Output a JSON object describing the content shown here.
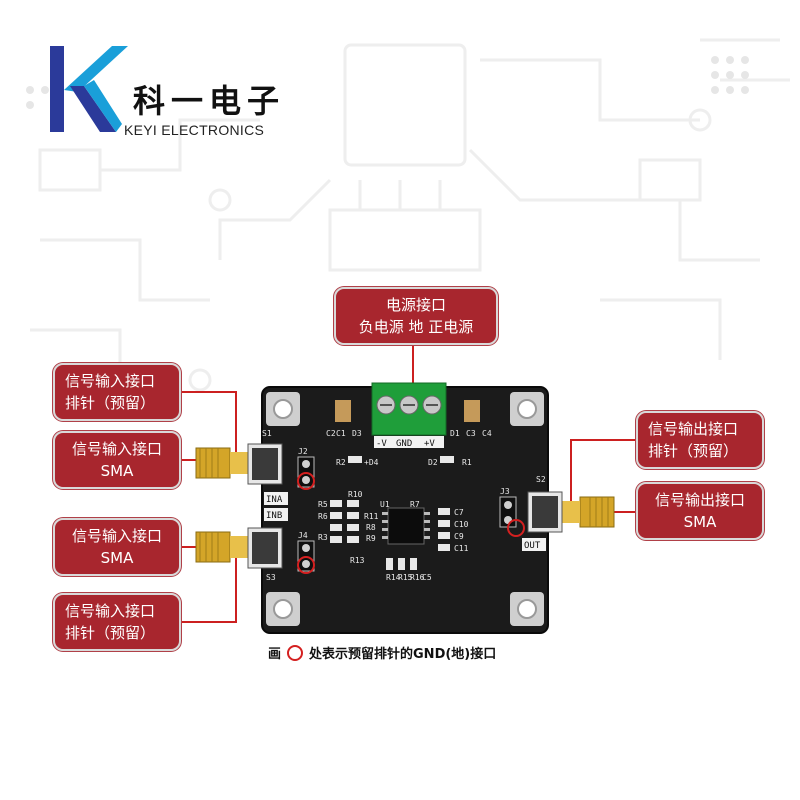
{
  "brand": {
    "name_cn": "科一电子",
    "name_en": "KEYI ELECTRONICS",
    "logo_letter": "K",
    "color_blue": "#2b3a9a",
    "color_teal": "#1a9fd9"
  },
  "callouts": {
    "power": {
      "line1": "电源接口",
      "line2": "负电源  地  正电源"
    },
    "in_a_header": {
      "line1": "信号输入接口",
      "line2": "排针（预留）"
    },
    "in_a_sma": {
      "line1": "信号输入接口",
      "line2": "SMA"
    },
    "in_b_sma": {
      "line1": "信号输入接口",
      "line2": "SMA"
    },
    "in_b_header": {
      "line1": "信号输入接口",
      "line2": "排针（预留）"
    },
    "out_header": {
      "line1": "信号输出接口",
      "line2": "排针（预留）"
    },
    "out_sma": {
      "line1": "信号输出接口",
      "line2": "SMA"
    }
  },
  "board": {
    "terminal_labels": [
      "-V",
      "GND",
      "+V"
    ],
    "connector_labels": {
      "s1": "S1",
      "s2": "S2",
      "s3": "S3",
      "j2": "J2",
      "j3": "J3",
      "j4": "J4"
    },
    "port_labels": {
      "ina": "INA",
      "inb": "INB",
      "out": "OUT"
    },
    "component_labels": {
      "c1": "C1",
      "c2": "C2",
      "c3": "C3",
      "c4": "C4",
      "d1": "D1",
      "d2": "D2",
      "d3": "D3",
      "d4": "+D4",
      "r1": "R1",
      "r2": "R2",
      "r3": "R3",
      "r5": "R5",
      "r6": "R6",
      "r7": "R7",
      "r8": "R8",
      "r9": "R9",
      "r10": "R10",
      "r11": "R11",
      "r13": "R13",
      "r14": "R14",
      "r15": "R15",
      "r16": "R16",
      "c5": "C5",
      "c7": "C7",
      "c9": "C9",
      "c10": "C10",
      "c11": "C11",
      "u1": "U1"
    }
  },
  "legend": {
    "prefix": "画",
    "text": "处表示预留排针的GND(地)接口"
  },
  "colors": {
    "callout_fill": "#a8262e",
    "pcb": "#1b1b1b",
    "terminal": "#1f9e3a",
    "marker": "#d42020",
    "leader": "#cc2020"
  }
}
